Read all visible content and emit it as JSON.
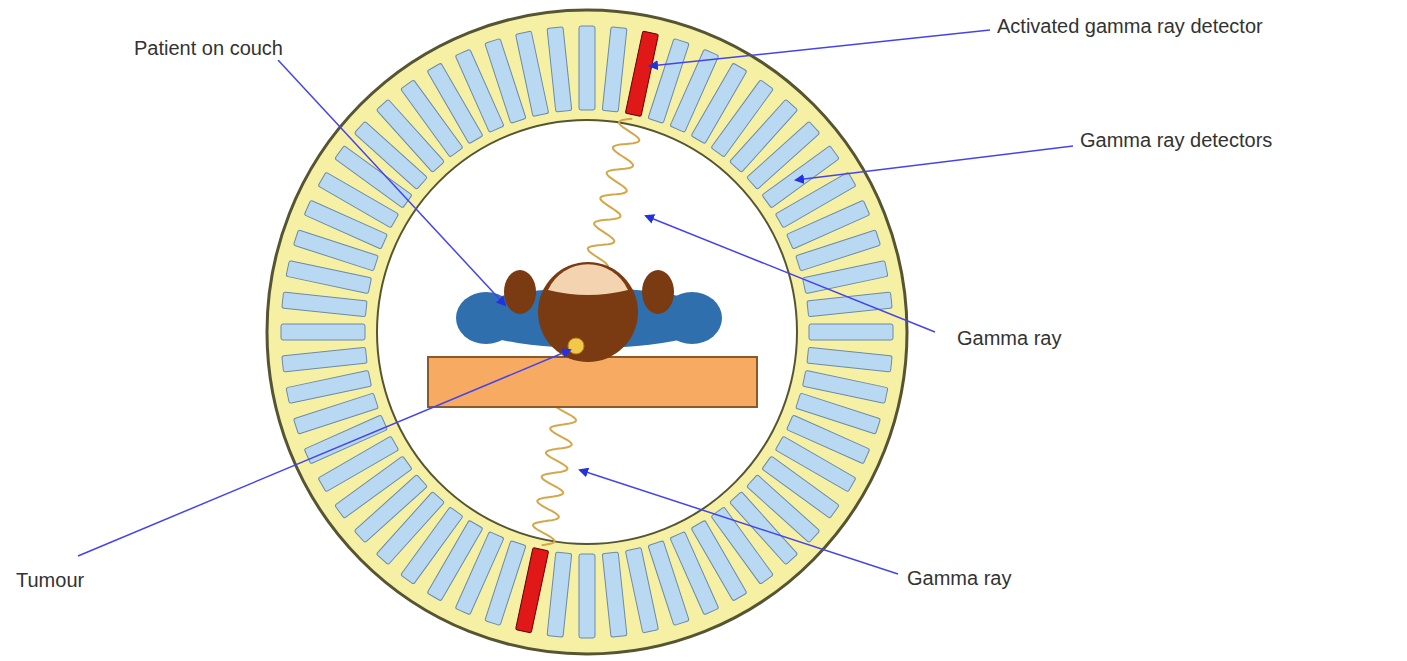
{
  "diagram": {
    "labels": [
      "Patient on couch",
      "Activated gamma ray detector",
      "Gamma ray detectors",
      "Gamma ray",
      "Tumour",
      "Gamma ray"
    ]
  }
}
